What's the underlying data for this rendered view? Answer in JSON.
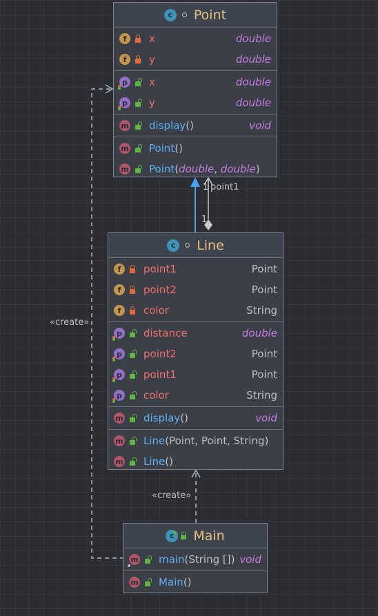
{
  "classes": {
    "point": {
      "name": "Point",
      "fields": [
        {
          "name": "x",
          "type": "double"
        },
        {
          "name": "y",
          "type": "double"
        }
      ],
      "properties": [
        {
          "name": "x",
          "type": "double"
        },
        {
          "name": "y",
          "type": "double"
        }
      ],
      "methods": [
        {
          "name": "display",
          "args": "()",
          "type": "void"
        }
      ],
      "constructors": [
        {
          "name": "Point",
          "args": "()"
        },
        {
          "name": "Point",
          "open": "(",
          "p1": "double",
          "sep": ", ",
          "p2": "double",
          "close": ")"
        }
      ]
    },
    "line": {
      "name": "Line",
      "fields": [
        {
          "name": "point1",
          "type": "Point"
        },
        {
          "name": "point2",
          "type": "Point"
        },
        {
          "name": "color",
          "type": "String"
        }
      ],
      "properties": [
        {
          "name": "distance",
          "type": "double"
        },
        {
          "name": "point2",
          "type": "Point"
        },
        {
          "name": "point1",
          "type": "Point"
        },
        {
          "name": "color",
          "type": "String"
        }
      ],
      "methods": [
        {
          "name": "display",
          "args": "()",
          "type": "void"
        }
      ],
      "constructors": [
        {
          "name": "Line",
          "args": "(Point, Point, String)"
        },
        {
          "name": "Line",
          "args": "()"
        }
      ]
    },
    "main": {
      "name": "Main",
      "methods": [
        {
          "name": "main",
          "args": "(String [])",
          "type": "void"
        }
      ],
      "constructors": [
        {
          "name": "Main",
          "args": "()"
        }
      ]
    }
  },
  "edges": {
    "create_left": "«create»",
    "create_bottom": "«create»",
    "assoc_label": "point1",
    "assoc_mult_top": "1",
    "assoc_mult_bottom": "1"
  },
  "colors": {
    "inheritance": "#4aa3f0",
    "dependency": "#b3b6bf",
    "association": "#c8cad0"
  }
}
